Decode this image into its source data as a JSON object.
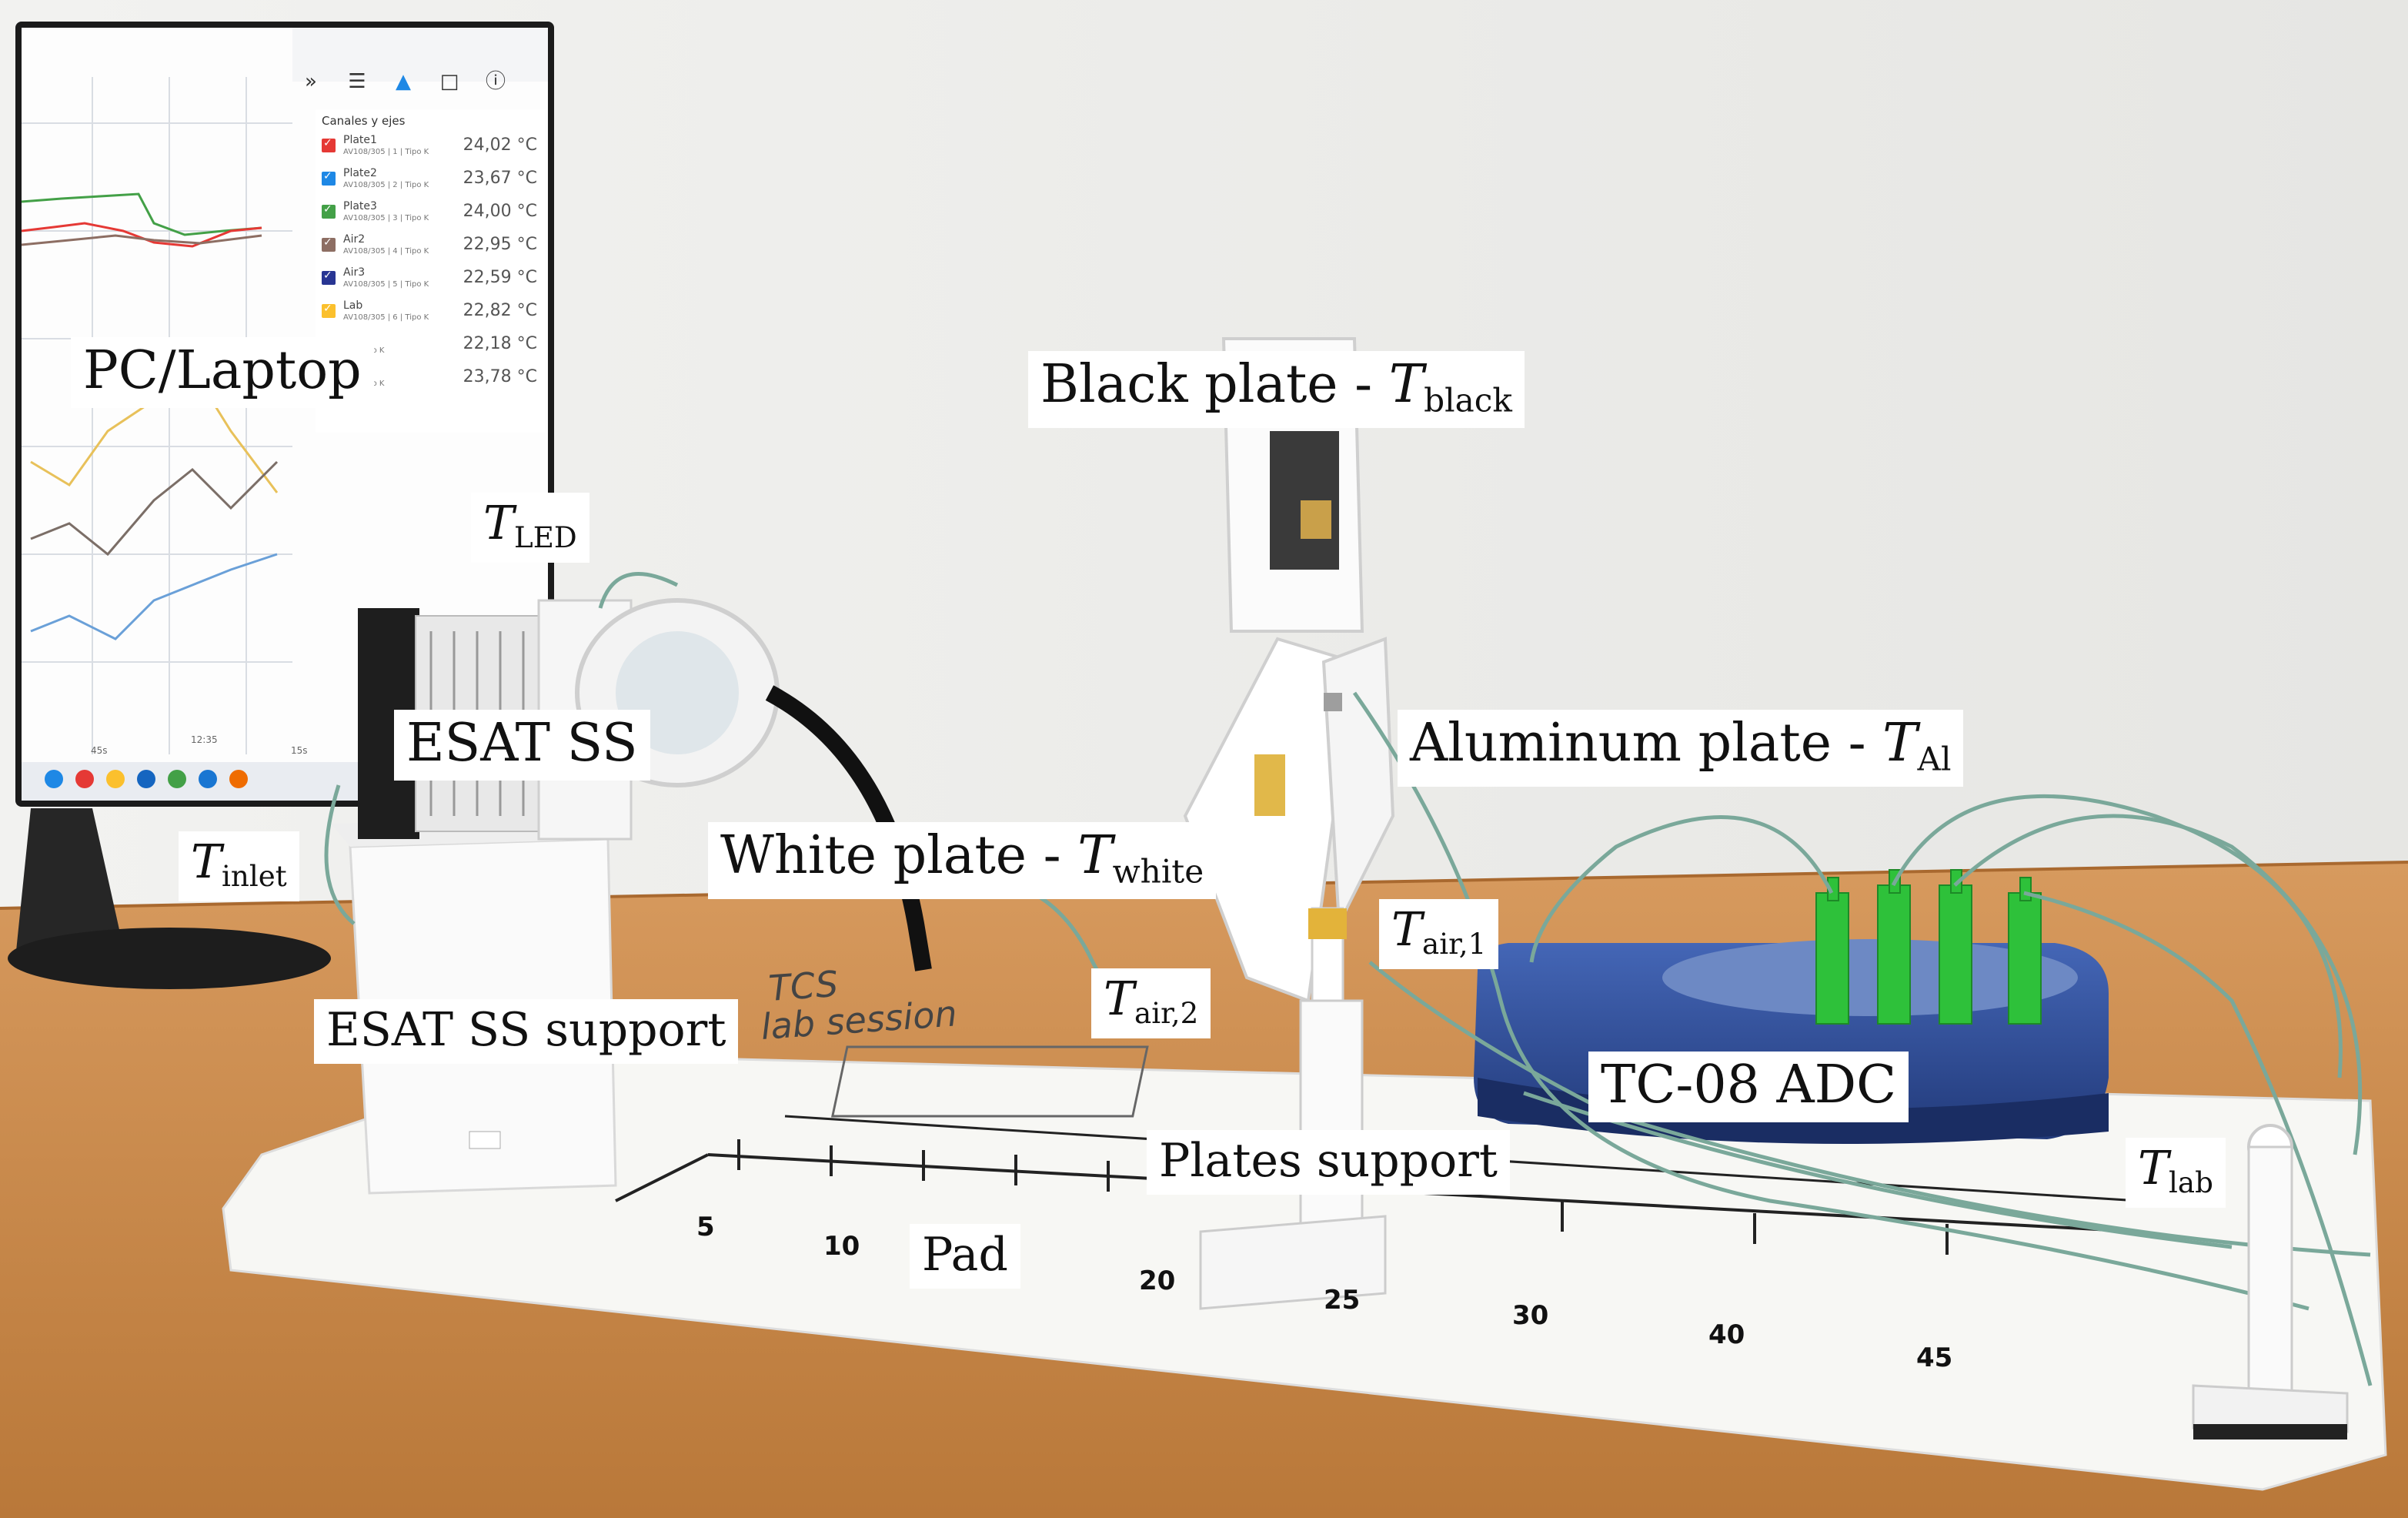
{
  "labels": {
    "pc_laptop": "PC/Laptop",
    "t_led": {
      "var": "T",
      "sub": "LED"
    },
    "esat_ss": "ESAT SS",
    "t_inlet": {
      "var": "T",
      "sub": "inlet"
    },
    "esat_ss_support": "ESAT SS support",
    "black_plate": {
      "text": "Black plate - ",
      "var": "T",
      "sub": "black"
    },
    "aluminum_plate": {
      "text": "Aluminum plate - ",
      "var": "T",
      "sub": "Al"
    },
    "white_plate": {
      "text": "White plate - ",
      "var": "T",
      "sub": "white"
    },
    "t_air_1": {
      "var": "T",
      "sub": "air,1"
    },
    "t_air_2": {
      "var": "T",
      "sub": "air,2"
    },
    "tc08_adc": "TC-08 ADC",
    "plates_support": "Plates support",
    "pad": "Pad",
    "t_lab": {
      "var": "T",
      "sub": "lab"
    }
  },
  "monitor": {
    "panel_title": "Canales y ejes",
    "channels": [
      {
        "name": "Plate1",
        "meta": "AV108/305 | 1 | Tipo K",
        "value": "24,02 °C",
        "color": "#e53935"
      },
      {
        "name": "Plate2",
        "meta": "AV108/305 | 2 | Tipo K",
        "value": "23,67 °C",
        "color": "#1e88e5"
      },
      {
        "name": "Plate3",
        "meta": "AV108/305 | 3 | Tipo K",
        "value": "24,00 °C",
        "color": "#43a047"
      },
      {
        "name": "Air2",
        "meta": "AV108/305 | 4 | Tipo K",
        "value": "22,95 °C",
        "color": "#8d6e63"
      },
      {
        "name": "Air3",
        "meta": "AV108/305 | 5 | Tipo K",
        "value": "22,59 °C",
        "color": "#283593"
      },
      {
        "name": "Lab",
        "meta": "AV108/305 | 6 | Tipo K",
        "value": "22,82 °C",
        "color": "#fbc02d"
      },
      {
        "name": "",
        "meta": "| 7 | Tipo K",
        "value": "22,18 °C",
        "color": "#9e9e9e"
      },
      {
        "name": "",
        "meta": "| 8 | Tipo K",
        "value": "23,78 °C",
        "color": "#9e9e9e"
      }
    ],
    "axis_ticks": [
      "45s",
      "12:35",
      "15s"
    ]
  },
  "pad": {
    "printed_title": [
      "TCS",
      "lab session"
    ],
    "ruler_numbers": [
      "5",
      "10",
      "20",
      "25",
      "30",
      "40",
      "45"
    ]
  },
  "colors": {
    "wall": "#eeeeec",
    "desk": "#c98a4e",
    "adc_body": "#2f4f9a",
    "connector_green": "#2ec13a"
  },
  "icons": [
    "list-icon",
    "bell-icon",
    "chat-icon",
    "info-icon",
    "chevron-double-right-icon",
    "monitor-fan-icon"
  ]
}
